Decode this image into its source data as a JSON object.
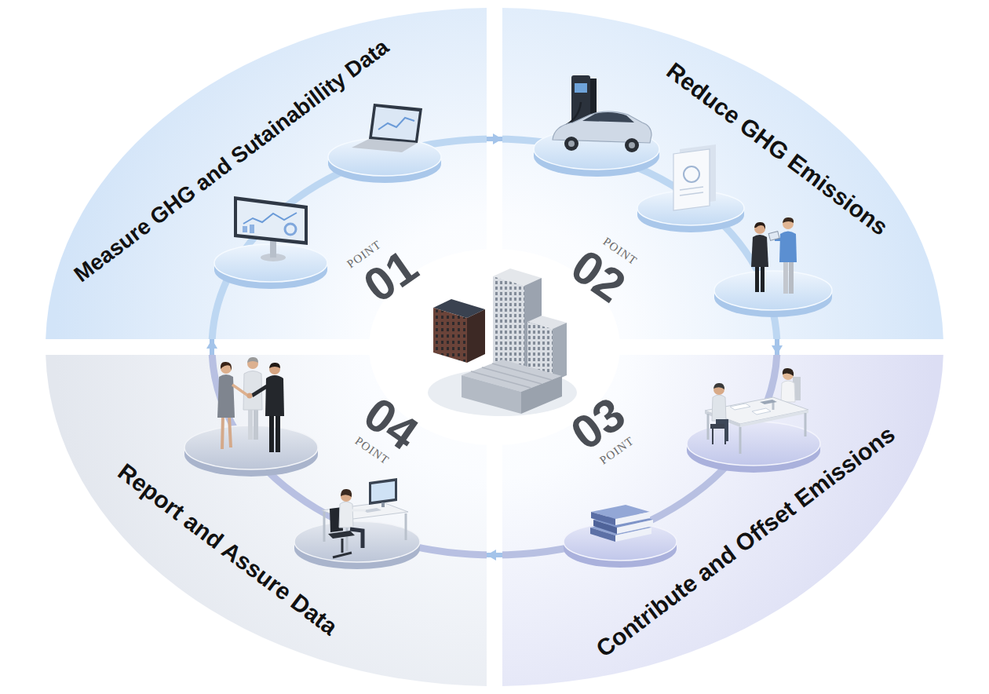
{
  "diagram": {
    "nodes": [
      {
        "text": [
          "Measure GHG and Sutainabillity Data"
        ]
      },
      {
        "text": [
          "Reduce GHG Emissions"
        ]
      },
      {
        "text": [
          "Contribute and Offset Emissions"
        ]
      },
      {
        "text": [
          "Report and Assure Data"
        ]
      }
    ],
    "edges": [
      {
        "from": 0,
        "to": 1,
        "arrow": "to"
      },
      {
        "from": 1,
        "to": 2,
        "arrow": "to"
      },
      {
        "from": 2,
        "to": 3,
        "arrow": "to"
      },
      {
        "from": 3,
        "to": 0,
        "arrow": "to"
      }
    ],
    "labels": [
      "POINT",
      "01",
      "POINT",
      "02",
      "POINT",
      "03",
      "POINT",
      "04"
    ]
  }
}
